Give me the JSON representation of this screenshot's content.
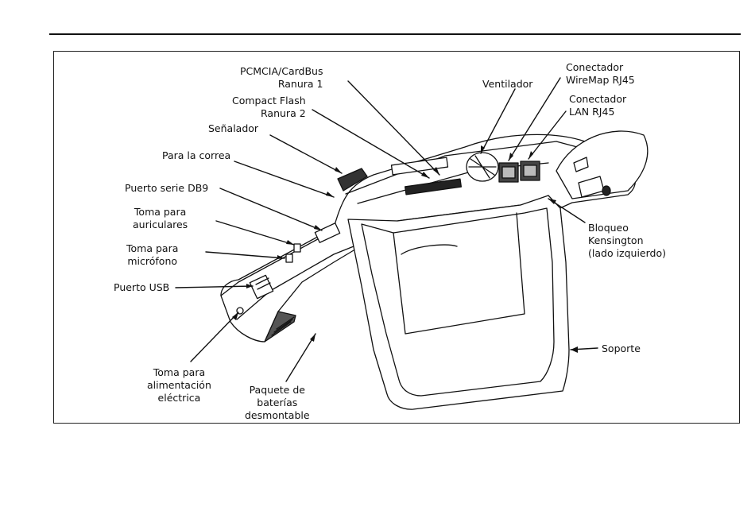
{
  "labels": {
    "pcmcia": [
      "PCMCIA/CardBus",
      "Ranura 1"
    ],
    "compact_flash": [
      "Compact Flash",
      "Ranura 2"
    ],
    "senalador": "Señalador",
    "para_correa": "Para la correa",
    "puerto_serie": "Puerto serie DB9",
    "toma_auriculares": [
      "Toma para",
      "auriculares"
    ],
    "toma_microfono": [
      "Toma para",
      "micrófono"
    ],
    "puerto_usb": "Puerto USB",
    "toma_alimentacion": [
      "Toma para",
      "alimentación",
      "eléctrica"
    ],
    "paquete_baterias": [
      "Paquete de",
      "baterías",
      "desmontable"
    ],
    "ventilador": "Ventilador",
    "conectador_wiremap": [
      "Conectador",
      "WireMap RJ45"
    ],
    "conectador_lan": [
      "Conectador",
      "LAN RJ45"
    ],
    "bloqueo": [
      "Bloqueo",
      "Kensington",
      "(lado izquierdo)"
    ],
    "soporte": "Soporte"
  }
}
